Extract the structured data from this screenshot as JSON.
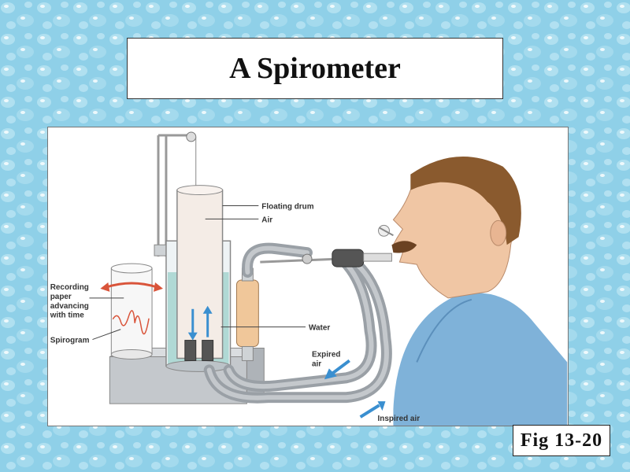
{
  "title": "A Spirometer",
  "figure_ref": "Fig 13-20",
  "labels": {
    "floating_drum": "Floating drum",
    "air": "Air",
    "water": "Water",
    "recording_line1": "Recording",
    "recording_line2": "paper",
    "recording_line3": "advancing",
    "recording_line4": "with time",
    "spirogram": "Spirogram",
    "expired_line1": "Expired",
    "expired_line2": "air",
    "inspired_air": "Inspired air"
  },
  "colors": {
    "background": "#8fd0e8",
    "water": "#a8d6d2",
    "arrow_blue": "#3a8fd0",
    "arrow_red": "#d9543a",
    "shirt": "#7fb2d9",
    "skin": "#f0c6a4",
    "hair": "#8a5a2e",
    "hose": "#9aa0a6"
  },
  "icons": [
    "rotation-arrow-icon",
    "flow-arrow-up-icon",
    "flow-arrow-down-icon",
    "expired-arrow-icon",
    "inspired-arrow-icon"
  ]
}
